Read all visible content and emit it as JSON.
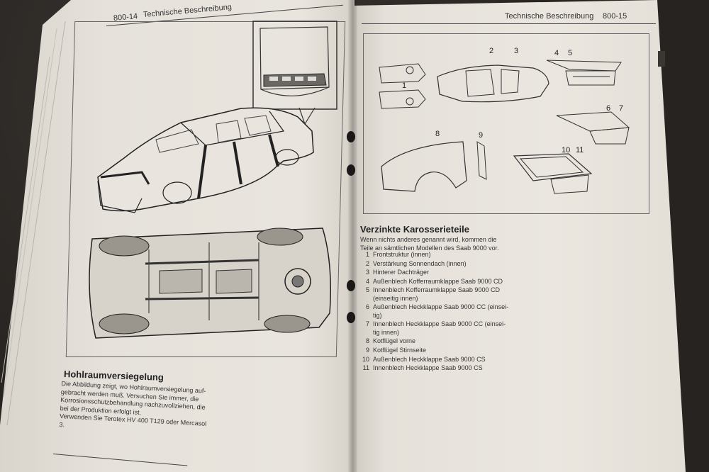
{
  "left_page": {
    "page_number": "800-14",
    "section_title": "Technische Beschreibung",
    "caption_heading": "Hohlraumversiegelung",
    "caption_lines": [
      "Die Abbildung zeigt, wo Hohlraumversiegelung auf-",
      "gebracht werden muß. Versuchen Sie immer, die",
      "Korrosionsschutzbehandlung nachzuvollziehen, die",
      "bei der Produktion erfolgt ist.",
      "Verwenden Sie Terotex HV 400 T129 oder Mercasol",
      "3."
    ]
  },
  "right_page": {
    "section_title": "Technische Beschreibung",
    "page_number": "800-15",
    "callouts": [
      "1",
      "2",
      "3",
      "4",
      "5",
      "6",
      "7",
      "8",
      "9",
      "10",
      "11"
    ],
    "heading": "Verzinkte Karosserieteile",
    "intro_lines": [
      "Wenn nichts anderes genannt wird, kommen die",
      "Teile an sämtlichen Modellen des Saab 9000 vor."
    ],
    "parts": [
      {
        "num": "1",
        "text": "Frontstruktur (innen)"
      },
      {
        "num": "2",
        "text": "Verstärkung Sonnendach (innen)"
      },
      {
        "num": "3",
        "text": "Hinterer Dachträger"
      },
      {
        "num": "4",
        "text": "Außenblech Kofferraumklappe Saab 9000 CD"
      },
      {
        "num": "5",
        "text": "Innenblech Kofferraumklappe Saab 9000 CD\n(einseitig innen)"
      },
      {
        "num": "6",
        "text": "Außenblech Heckklappe Saab 9000 CC (einsei-\ntig)"
      },
      {
        "num": "7",
        "text": "Innenblech Heckklappe Saab 9000 CC (einsei-\ntig innen)"
      },
      {
        "num": "8",
        "text": "Kotflügel vorne"
      },
      {
        "num": "9",
        "text": "Kotflügel Stirnseite"
      },
      {
        "num": "10",
        "text": "Außenblech Heckklappe Saab 9000 CS"
      },
      {
        "num": "11",
        "text": "Innenblech Heckklappe Saab 9000 CS"
      }
    ]
  }
}
